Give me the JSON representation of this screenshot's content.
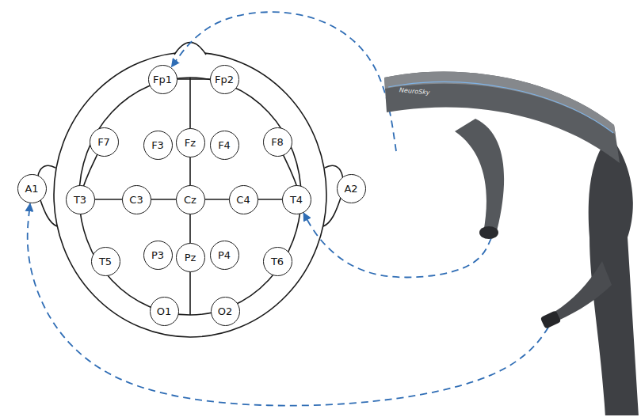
{
  "diagram": {
    "nodes": [
      {
        "text": [
          "Fp1"
        ]
      },
      {
        "text": [
          "Fp2"
        ]
      },
      {
        "text": [
          "F7"
        ]
      },
      {
        "text": [
          "F3"
        ]
      },
      {
        "text": [
          "Fz"
        ]
      },
      {
        "text": [
          "F4"
        ]
      },
      {
        "text": [
          "F8"
        ]
      },
      {
        "text": [
          "A1"
        ]
      },
      {
        "text": [
          "T3"
        ]
      },
      {
        "text": [
          "C3"
        ]
      },
      {
        "text": [
          "Cz"
        ]
      },
      {
        "text": [
          "C4"
        ]
      },
      {
        "text": [
          "T4"
        ]
      },
      {
        "text": [
          "A2"
        ]
      },
      {
        "text": [
          "T5"
        ]
      },
      {
        "text": [
          "P3"
        ]
      },
      {
        "text": [
          "Pz"
        ]
      },
      {
        "text": [
          "P4"
        ]
      },
      {
        "text": [
          "T6"
        ]
      },
      {
        "text": [
          "O1"
        ]
      },
      {
        "text": [
          "O2"
        ]
      },
      {
        "text": [
          "NeuroSky"
        ]
      }
    ],
    "edges": [
      {
        "from": 21,
        "to": 0,
        "arrow": "to"
      },
      {
        "from": 21,
        "to": 12,
        "arrow": "to"
      },
      {
        "from": 21,
        "to": 7,
        "arrow": "to"
      }
    ]
  }
}
